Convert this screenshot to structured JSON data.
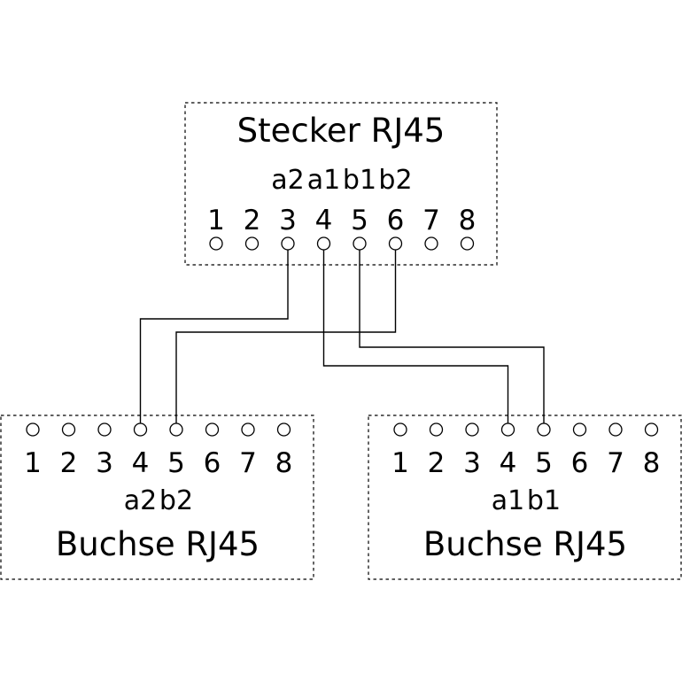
{
  "plug": {
    "title": "Stecker RJ45",
    "pins": [
      "1",
      "2",
      "3",
      "4",
      "5",
      "6",
      "7",
      "8"
    ],
    "pair_labels": [
      {
        "pin": 3,
        "text": "a2"
      },
      {
        "pin": 4,
        "text": "a1"
      },
      {
        "pin": 5,
        "text": "b1"
      },
      {
        "pin": 6,
        "text": "b2"
      }
    ]
  },
  "jacks": [
    {
      "title": "Buchse RJ45",
      "pins": [
        "1",
        "2",
        "3",
        "4",
        "5",
        "6",
        "7",
        "8"
      ],
      "pair_labels": [
        {
          "pin": 4,
          "text": "a2"
        },
        {
          "pin": 5,
          "text": "b2"
        }
      ]
    },
    {
      "title": "Buchse RJ45",
      "pins": [
        "1",
        "2",
        "3",
        "4",
        "5",
        "6",
        "7",
        "8"
      ],
      "pair_labels": [
        {
          "pin": 4,
          "text": "a1"
        },
        {
          "pin": 5,
          "text": "b1"
        }
      ]
    }
  ],
  "connections": [
    {
      "from_pin": 3,
      "to_jack": 0,
      "to_pin": 4
    },
    {
      "from_pin": 6,
      "to_jack": 0,
      "to_pin": 5
    },
    {
      "from_pin": 4,
      "to_jack": 1,
      "to_pin": 4
    },
    {
      "from_pin": 5,
      "to_jack": 1,
      "to_pin": 5
    }
  ]
}
